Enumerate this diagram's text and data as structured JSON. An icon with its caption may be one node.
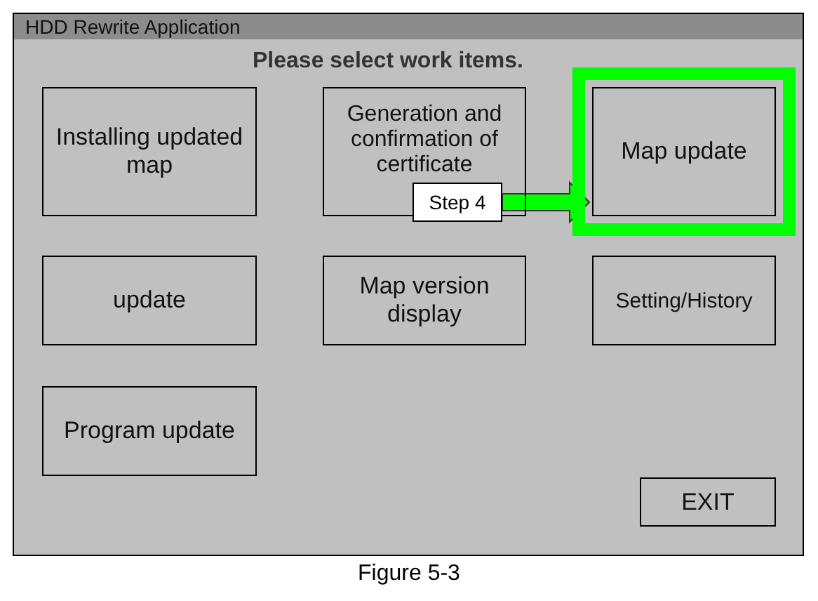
{
  "diagram": {
    "caption": "Figure 5-3",
    "nodes": [
      {
        "text": [
          "HDD Rewrite Application",
          "Please select work items."
        ]
      },
      {
        "text": [
          "Installing updated map"
        ],
        "in": 0
      },
      {
        "text": [
          "Generation and confirmation of certificate"
        ],
        "in": 0
      },
      {
        "text": [
          "Step 4"
        ],
        "in": 0
      },
      {
        "text": [
          "Map update"
        ],
        "in": 0
      },
      {
        "text": [
          "update"
        ],
        "in": 0
      },
      {
        "text": [
          "Map version display"
        ],
        "in": 0
      },
      {
        "text": [
          "Setting/History"
        ],
        "in": 0
      },
      {
        "text": [
          "Program update"
        ],
        "in": 0
      },
      {
        "text": [
          "EXIT"
        ],
        "in": 0
      }
    ],
    "edges": [
      {
        "from": 3,
        "to": 4,
        "arrow": "to",
        "style": "thick",
        "color": "#00ff00"
      }
    ]
  }
}
